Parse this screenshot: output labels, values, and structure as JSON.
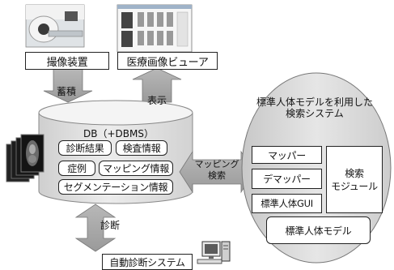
{
  "top_left": {
    "label": "撮像装置"
  },
  "top_right": {
    "label": "医療画像ビューア"
  },
  "arrows": {
    "store": "蓄積",
    "display": "表示",
    "diagnose": "診断",
    "mapping_line1": "マッピング",
    "mapping_line2": "検索"
  },
  "db": {
    "title": "DB（+DBMS）",
    "items": [
      "診断結果",
      "検査情報",
      "症例",
      "マッピング情報",
      "セグメンテーション情報"
    ]
  },
  "system": {
    "title_line1": "標準人体モデルを利用した",
    "title_line2": "検索システム",
    "mapper": "マッパー",
    "demapper": "デマッパー",
    "gui": "標準人体GUI",
    "search_line1": "検索",
    "search_line2": "モジュール",
    "model": "標準人体モデル"
  },
  "bottom": {
    "label": "自動診断システム"
  }
}
